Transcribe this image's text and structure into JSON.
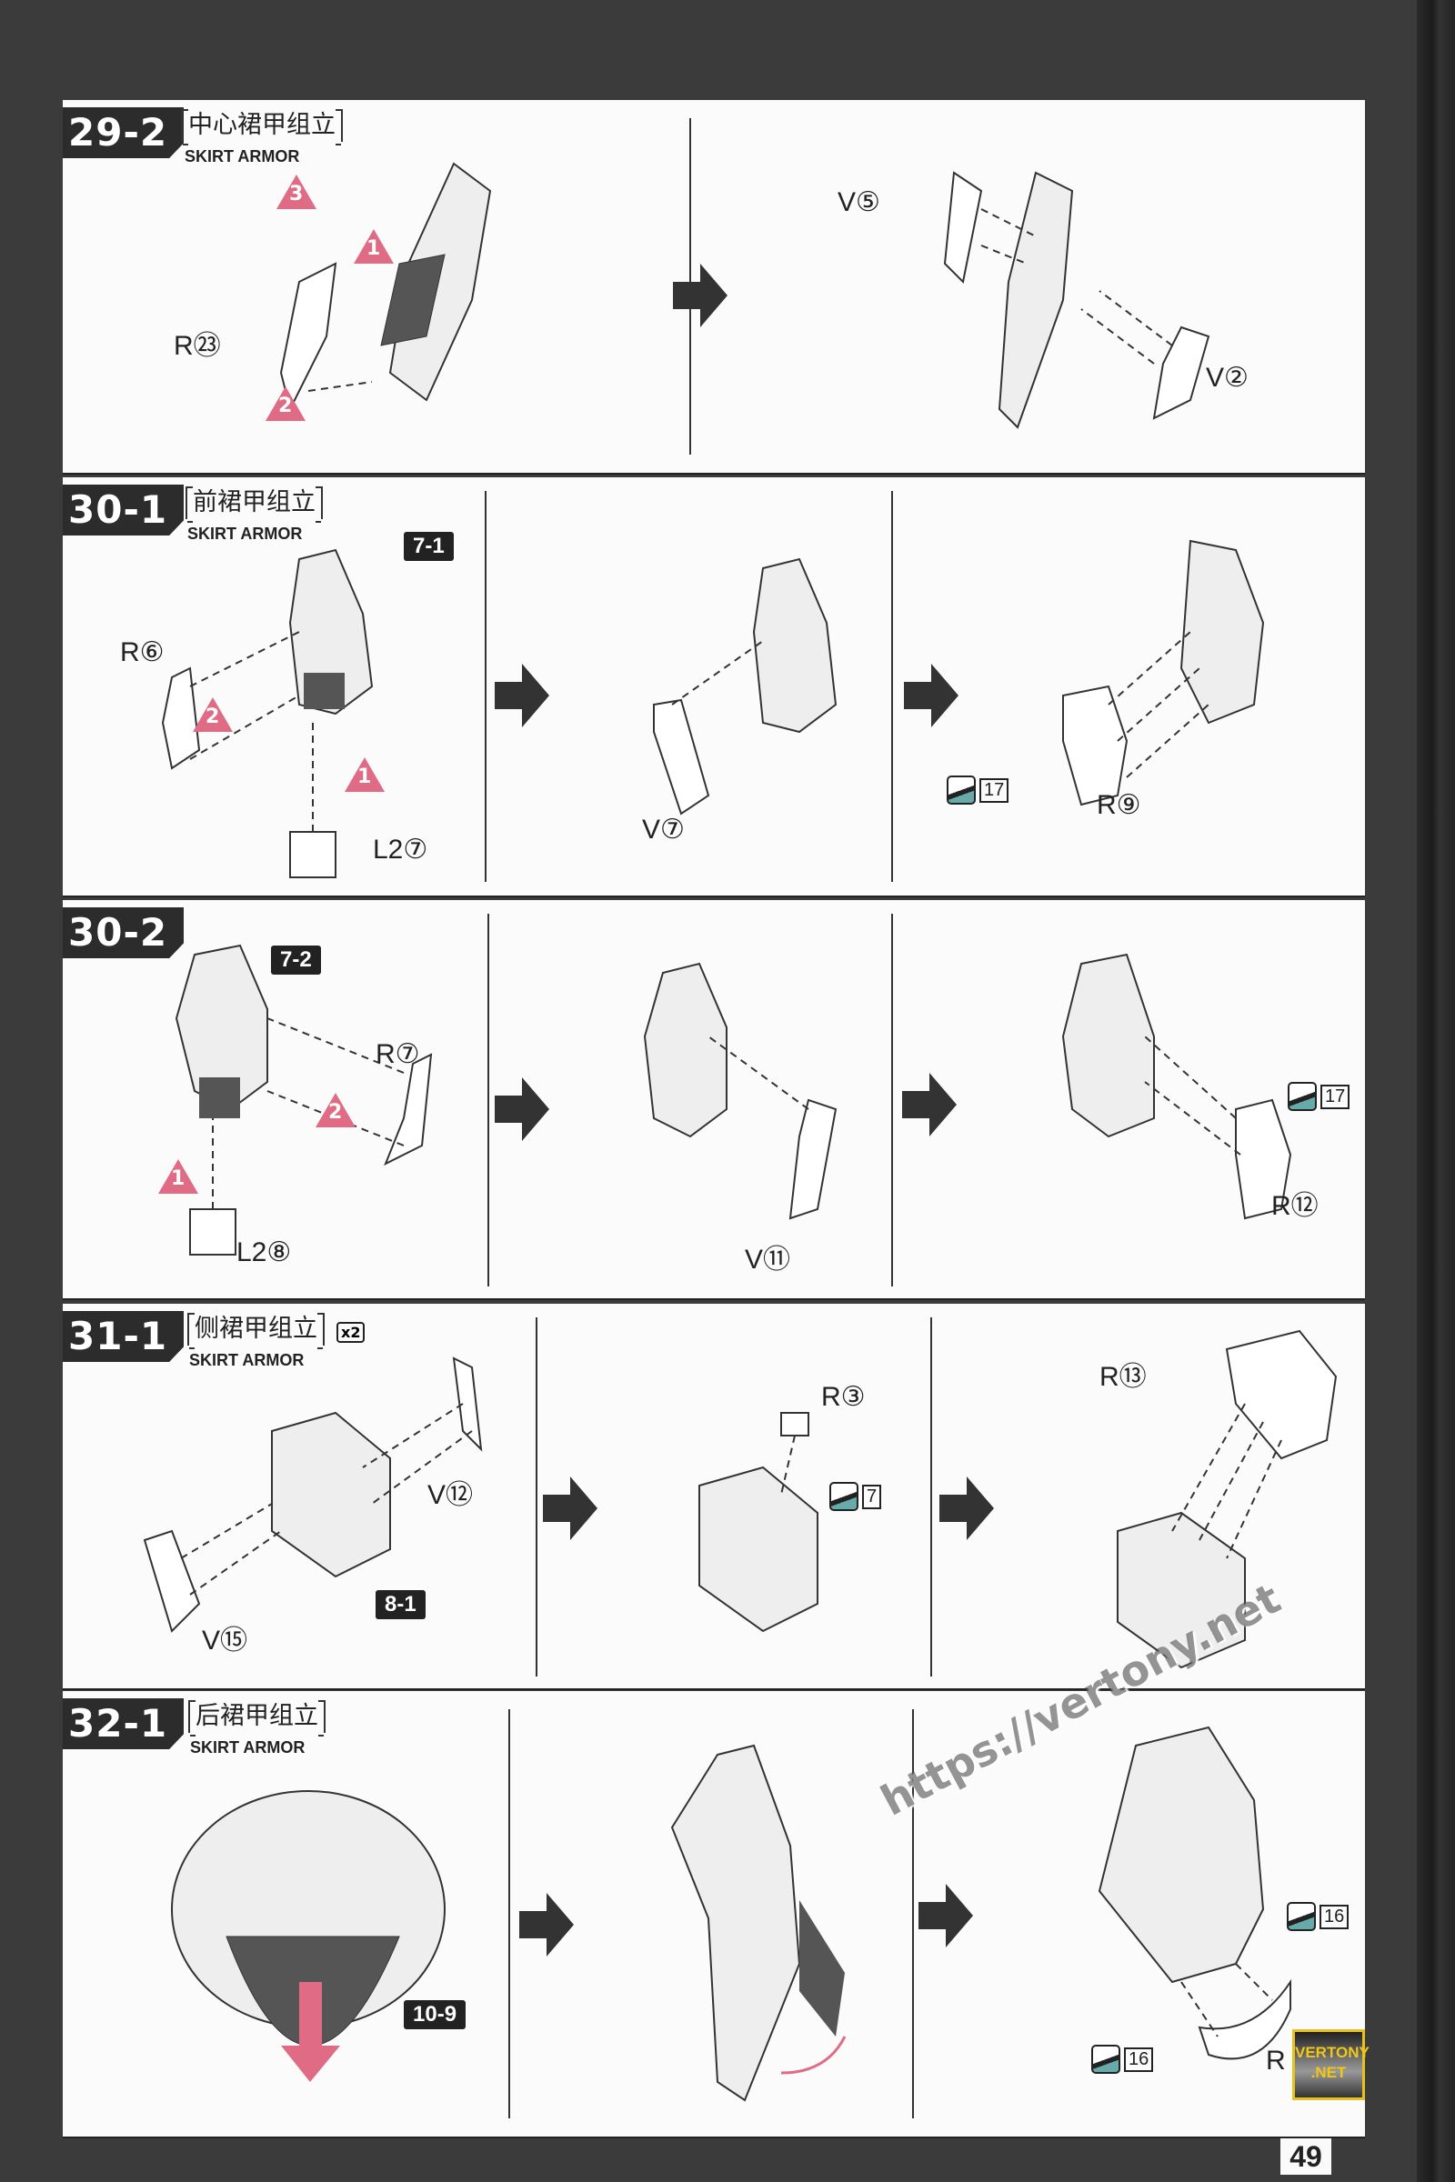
{
  "page_number": "49",
  "watermark": "https://vertony.net",
  "logo": {
    "line1": "VERTONY",
    "line2": ".NET"
  },
  "steps": [
    {
      "number": "29-2",
      "title_cn": "中心裙甲组立",
      "title_en": "SKIRT ARMOR",
      "labels": [
        "R㉓",
        "V⑤",
        "V②"
      ],
      "order": [
        "3",
        "1",
        "2"
      ]
    },
    {
      "number": "30-1",
      "title_cn": "前裙甲组立",
      "title_en": "SKIRT ARMOR",
      "ref": "7-1",
      "labels": [
        "R⑥",
        "L2⑦",
        "V⑦",
        "R⑨"
      ],
      "order": [
        "2",
        "1"
      ],
      "tool": "17"
    },
    {
      "number": "30-2",
      "ref": "7-2",
      "labels": [
        "R⑦",
        "L2⑧",
        "V⑪",
        "R⑫"
      ],
      "order": [
        "2",
        "1"
      ],
      "tool": "17"
    },
    {
      "number": "31-1",
      "title_cn": "侧裙甲组立",
      "title_en": "SKIRT ARMOR",
      "quantity": "x2",
      "ref": "8-1",
      "labels": [
        "V⑫",
        "V⑮",
        "R③",
        "R⑬"
      ],
      "tool": "7"
    },
    {
      "number": "32-1",
      "title_cn": "后裙甲组立",
      "title_en": "SKIRT ARMOR",
      "ref": "10-9",
      "labels": [
        "R"
      ],
      "tools": [
        "16",
        "16"
      ]
    }
  ],
  "colors": {
    "accent": "#e06b84",
    "background": "#3b3b3b",
    "paper": "#fbfbfb"
  }
}
